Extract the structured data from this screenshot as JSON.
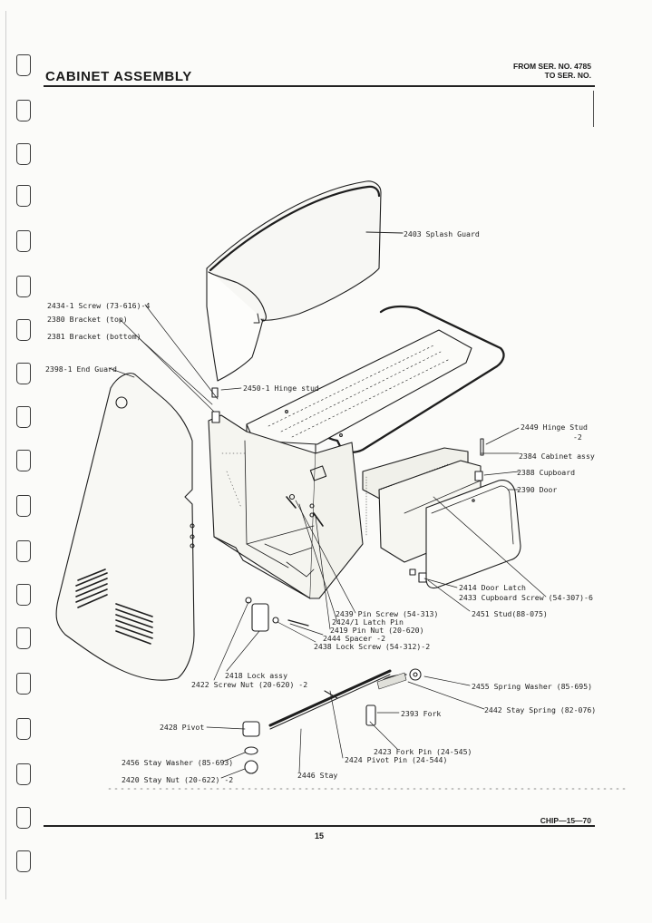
{
  "header": {
    "title": "CABINET ASSEMBLY",
    "serial_from": "FROM SER. NO. 4785",
    "serial_to": "TO SER. NO."
  },
  "footer": {
    "code": "CHIP—15—70",
    "page": "15"
  },
  "labels": {
    "l2403": "2403 Splash Guard",
    "l2434": "2434-1 Screw (73-616)-4",
    "l2380": "2380 Bracket (top)",
    "l2381": "2381 Bracket (bottom)",
    "l2398": "2398-1 End Guard",
    "l2450": "2450-1 Hinge stud",
    "l2449a": "2449 Hinge Stud",
    "l2449b": "-2",
    "l2384": "2384 Cabinet assy",
    "l2388": "2388 Cupboard",
    "l2390": "2390 Door",
    "l2414": "2414 Door Latch",
    "l2433": "2433 Cupboard Screw (54-307)-6",
    "l2451": "2451 Stud(88-075)",
    "l2439": "2439 Pin Screw (54-313)",
    "l2424a": "2424/1 Latch Pin",
    "l2419": "2419 Pin Nut (20-620)",
    "l2444": "2444 Spacer -2",
    "l2438": "2438 Lock Screw (54-312)-2",
    "l2418": "2418 Lock assy",
    "l2422": "2422 Screw Nut (20-620) -2",
    "l2455": "2455 Spring Washer (85-695)",
    "l2442": "2442 Stay Spring (82-076)",
    "l2393": "2393 Fork",
    "l2428": "2428 Pivot",
    "l2423": "2423 Fork Pin (24-545)",
    "l2424b": "2424 Pivot Pin (24-544)",
    "l2456": "2456 Stay Washer (85-693)",
    "l2420": "2420 Stay Nut (20-622) -2",
    "l2446": "2446 Stay"
  }
}
